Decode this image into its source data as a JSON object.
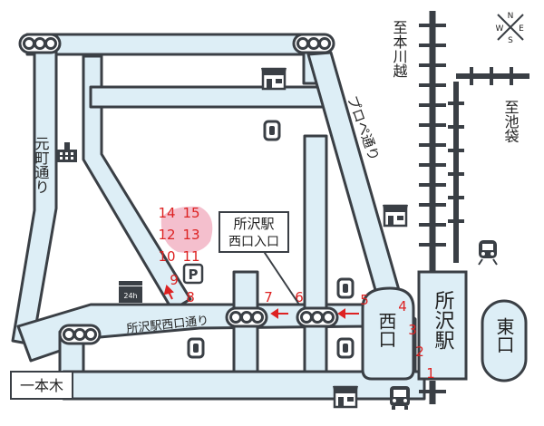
{
  "labels": {
    "to_kawagoe": "至本川越",
    "to_ikebukuro": "至池袋",
    "motomachi_dori": "元町通り",
    "prope_dori": "プロペ通り",
    "nishiguchi_dori": "所沢駅西口通り",
    "station": "所沢駅",
    "nishiguchi": "西口",
    "higashiguchi": "東口",
    "ippongi": "一本木",
    "callout_line1": "所沢駅",
    "callout_line2": "西口入口",
    "parking_icon_text": "P",
    "open_24h": "24h"
  },
  "compass": {
    "n": "N",
    "s": "S",
    "e": "E",
    "w": "W"
  },
  "route_steps": [
    "1",
    "2",
    "3",
    "4",
    "5",
    "6",
    "7",
    "8",
    "9",
    "10",
    "11",
    "12",
    "13",
    "14",
    "15"
  ],
  "colors": {
    "road_fill": "#ddeef6",
    "outline": "#3a3f45",
    "route_red": "#dd2222",
    "destination_pink": "#f3b8c8"
  },
  "icons": [
    "compass-icon",
    "signal-icon",
    "school-icon",
    "shop-icon",
    "parking-icon",
    "store-24h-icon",
    "train-icon",
    "bus-icon",
    "arrow-icon",
    "railway-track-icon"
  ]
}
